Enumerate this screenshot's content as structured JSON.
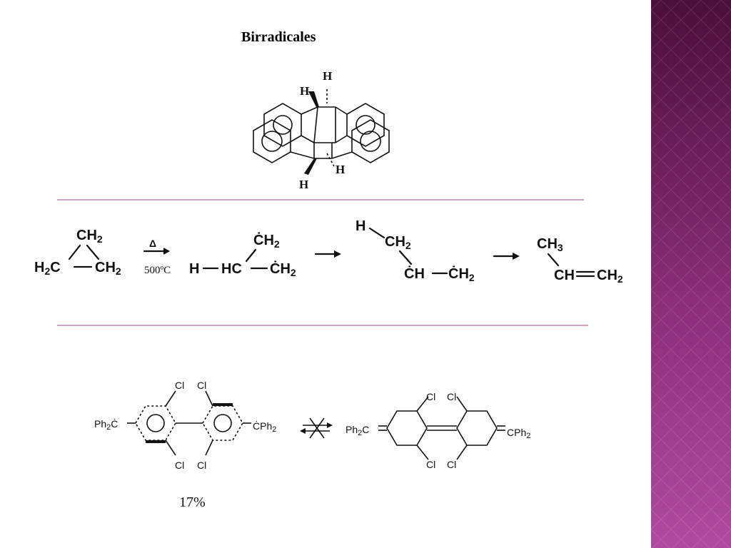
{
  "slide": {
    "title": "Birradicales",
    "yield_label": "17%",
    "colors": {
      "accent_divider": "#b06a98",
      "sidebar_dark": "#4a0f3a",
      "sidebar_light": "#b04aa0"
    }
  },
  "top_structure": {
    "h_top": "H",
    "h_upper_left": "H",
    "h_lower_right": "H",
    "h_bottom": "H"
  },
  "reaction": {
    "reactant": {
      "top": "CH",
      "top_sub": "2",
      "left": "H",
      "left_sub": "2",
      "left_c": "C",
      "right": "CH",
      "right_sub": "2"
    },
    "arrow_top": "Δ",
    "arrow_bottom": "500ºC",
    "diradical": {
      "top": "ĊH",
      "top_sub": "2",
      "left_h": "H",
      "middle": "HC",
      "right": "ĊH",
      "right_sub": "2"
    },
    "shifted": {
      "h": "H",
      "ch2": "CH",
      "ch2_sub": "2",
      "ch": "ĊH",
      "ch2b": "ĊH",
      "ch2b_sub": "2"
    },
    "product": {
      "ch3": "CH",
      "ch3_sub": "3",
      "ch": "CH",
      "ch2": "CH",
      "ch2_sub": "2"
    }
  },
  "bottom_reaction": {
    "left": {
      "ph2c": "Ph",
      "ph2c_sub": "2",
      "ph2c_c": "Ċ",
      "cph2_c": "ĊPh",
      "cph2_sub": "2",
      "cl_1": "Cl",
      "cl_2": "Cl",
      "cl_3": "Cl",
      "cl_4": "Cl"
    },
    "right": {
      "ph2c": "Ph",
      "ph2c_sub": "2",
      "ph2c_c": "C",
      "cph2": "CPh",
      "cph2_sub": "2",
      "cl_1": "Cl",
      "cl_2": "Cl",
      "cl_3": "Cl",
      "cl_4": "Cl"
    }
  }
}
